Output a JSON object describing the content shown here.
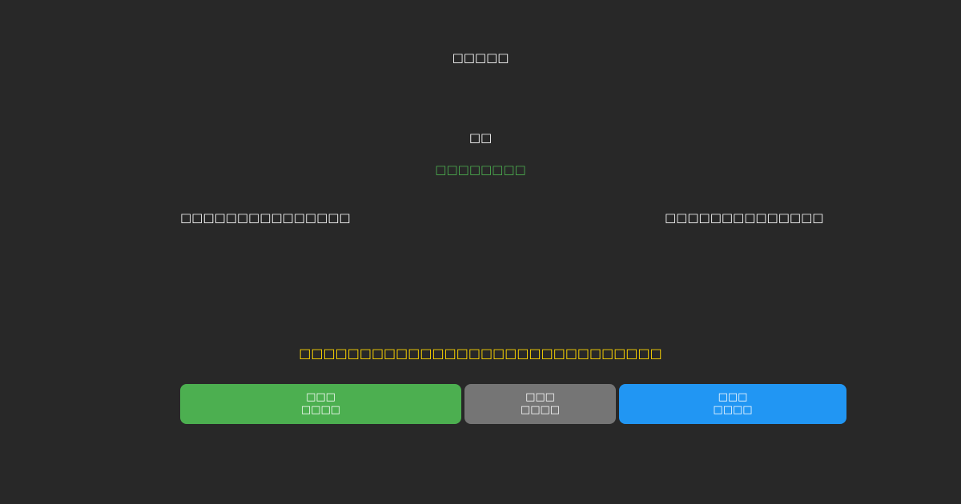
{
  "colors": {
    "background": "#282828",
    "primary_text": "#ffffff",
    "status_green": "#4caf50",
    "notice_yellow": "#ffd700",
    "button_green": "#4caf50",
    "button_gray": "#757575",
    "button_blue": "#2196f3",
    "button_text": "#ffffff"
  },
  "header": {
    "title": "□□□□□"
  },
  "main": {
    "subtitle": "□□",
    "status": "□□□□□□□□",
    "left_info": "□□□□□□□□□□□□□□□",
    "right_info": "□□□□□□□□□□□□□□",
    "notice": "□□□□□□□□□□□□□□□□□□□□□□□□□□□□□□"
  },
  "buttons": [
    {
      "id": "green",
      "line1": "□□□",
      "line2": "□□□□"
    },
    {
      "id": "gray",
      "line1": "□□□",
      "line2": "□□□□"
    },
    {
      "id": "blue",
      "line1": "□□□",
      "line2": "□□□□"
    }
  ]
}
